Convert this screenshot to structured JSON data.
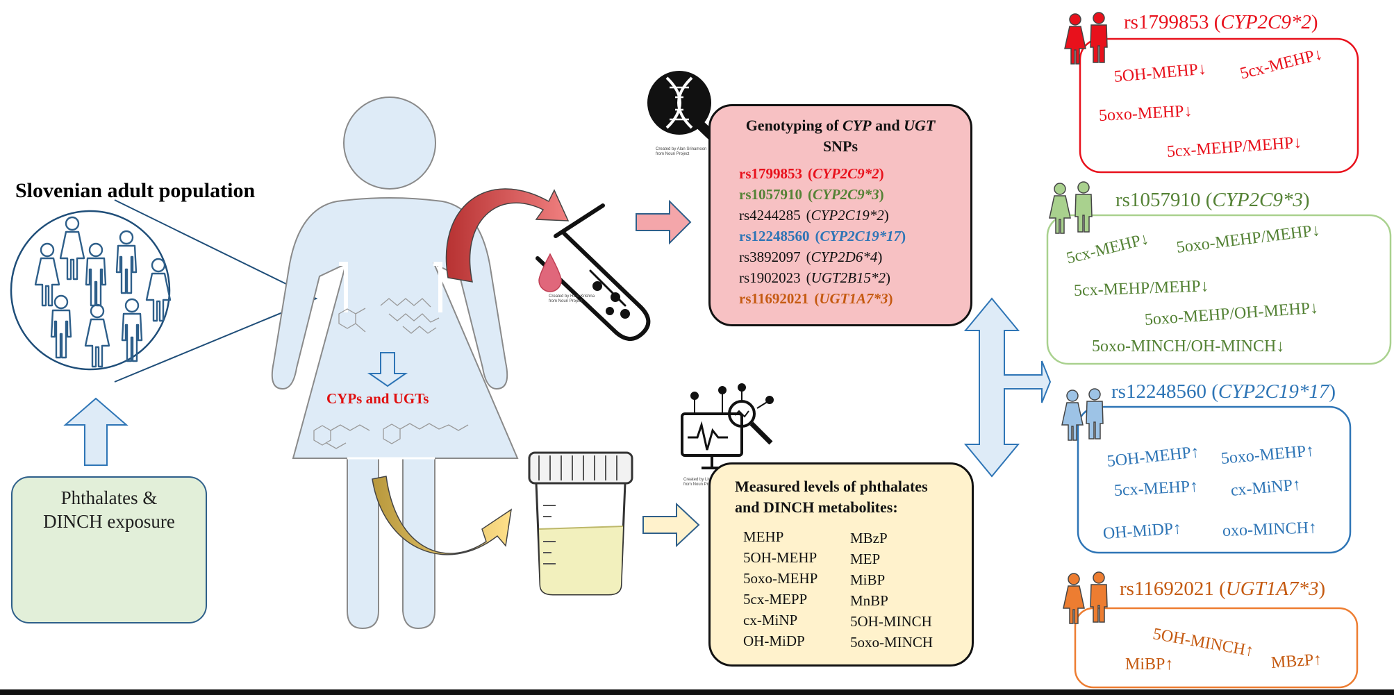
{
  "population": {
    "title": "Slovenian adult population",
    "exposure": {
      "line1": "Phthalates &",
      "line2": "DINCH exposure"
    }
  },
  "body_label": "CYPs and UGTs",
  "genotyping": {
    "title_prefix": "Genotyping of ",
    "title_cyp": "CYP",
    "title_and": " and ",
    "title_ugt": "UGT",
    "title_snps": "SNPs",
    "snps": [
      {
        "id": "rs1799853",
        "gene": "CYP2C9*2",
        "color": "#e8111c",
        "bold": true
      },
      {
        "id": "rs1057910",
        "gene": "CYP2C9*3",
        "color": "#548235",
        "bold": true
      },
      {
        "id": "rs4244285",
        "gene": "CYP2C19*2",
        "color": "#111111",
        "bold": false
      },
      {
        "id": "rs12248560",
        "gene": "CYP2C19*17",
        "color": "#2e75b6",
        "bold": true
      },
      {
        "id": "rs3892097",
        "gene": "CYP2D6*4",
        "color": "#111111",
        "bold": false
      },
      {
        "id": "rs1902023",
        "gene": "UGT2B15*2",
        "color": "#111111",
        "bold": false
      },
      {
        "id": "rs11692021",
        "gene": "UGT1A7*3",
        "color": "#c55a11",
        "bold": true
      }
    ]
  },
  "measured": {
    "title_line1": "Measured levels of phthalates",
    "title_line2": "and DINCH metabolites:",
    "col1": [
      "MEHP",
      "5OH-MEHP",
      "5oxo-MEHP",
      "5cx-MEPP",
      "cx-MiNP",
      "OH-MiDP"
    ],
    "col2": [
      "MBzP",
      "MEP",
      "MiBP",
      "MnBP",
      "5OH-MINCH",
      "5oxo-MINCH"
    ]
  },
  "credits": {
    "test_tube_1": "Created by Hare Krishna",
    "test_tube_2": "from Noun Project",
    "dna_1": "Created by Alan Srinamoon",
    "dna_2": "from Noun Project",
    "analytics_1": "Created by Licensed Notifica",
    "analytics_2": "from Noun Project"
  },
  "results": [
    {
      "id": "rs1799853",
      "gene": "CYP2C9*2",
      "color": "#e8111c",
      "items": [
        "5OH-MEHP↓",
        "5cx-MEHP↓",
        "5oxo-MEHP↓",
        "5cx-MEHP/MEHP↓"
      ]
    },
    {
      "id": "rs1057910",
      "gene": "CYP2C9*3",
      "color": "#548235",
      "items": [
        "5cx-MEHP↓",
        "5oxo-MEHP/MEHP↓",
        "5cx-MEHP/MEHP↓",
        "5oxo-MEHP/OH-MEHP↓",
        "5oxo-MINCH/OH-MINCH↓"
      ]
    },
    {
      "id": "rs12248560",
      "gene": "CYP2C19*17",
      "color": "#2e75b6",
      "items": [
        "5OH-MEHP↑",
        "5oxo-MEHP↑",
        "5cx-MEHP↑",
        "cx-MiNP↑",
        "OH-MiDP↑",
        "oxo-MINCH↑"
      ]
    },
    {
      "id": "rs11692021",
      "gene": "UGT1A7*3",
      "color": "#c55a11",
      "items": [
        "5OH-MINCH↑",
        "MiBP↑",
        "MBzP↑"
      ]
    }
  ]
}
